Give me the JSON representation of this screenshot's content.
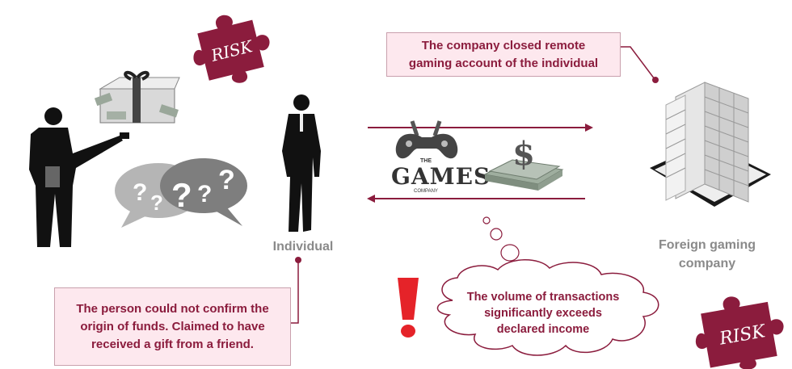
{
  "callouts": {
    "company_closed": "The company closed remote gaming account of the individual",
    "person_could_not_confirm": "The person could not confirm the origin of funds. Claimed to have received a gift from a friend."
  },
  "labels": {
    "individual": "Individual",
    "foreign_gaming_company": "Foreign gaming company"
  },
  "cloud": {
    "text": "The volume of transactions significantly exceeds declared income"
  },
  "puzzle_top": {
    "text": "RISK"
  },
  "puzzle_bottom": {
    "text": "RISK"
  },
  "games_logo": {
    "the": "THE",
    "name": "GAMES",
    "company": "COMPANY"
  },
  "question_bubbles": {
    "marks": "?  ? ? ? ?"
  },
  "colors": {
    "accent": "#8b1c3d",
    "callout_bg": "#fde8ee",
    "label_grey": "#8a8a8a"
  },
  "icons": [
    "man-pointing-silhouette",
    "gift-box-with-money",
    "question-speech-bubbles",
    "walking-man-silhouette",
    "gamepad-icon",
    "dollar-money-stack-icon",
    "office-building-icon",
    "exclamation-icon",
    "thought-cloud",
    "risk-puzzle-piece"
  ]
}
